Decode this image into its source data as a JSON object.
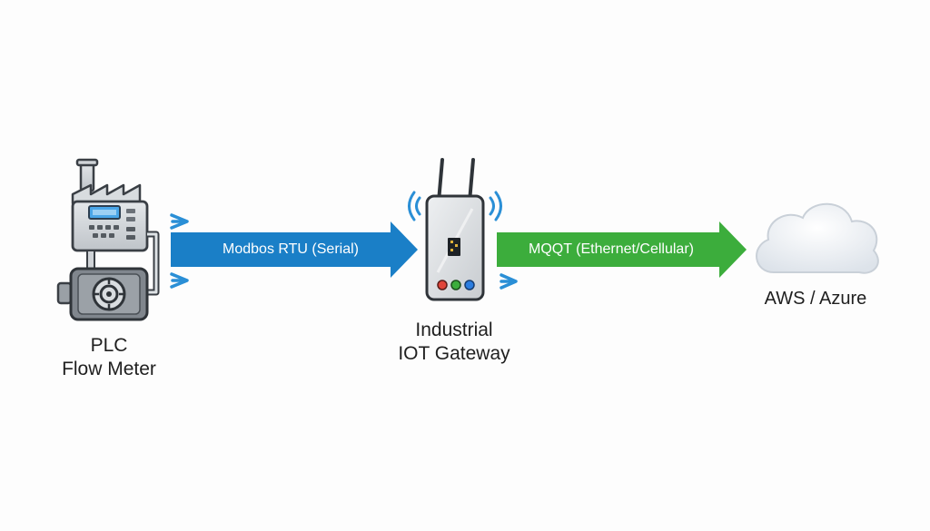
{
  "nodes": {
    "device": {
      "line1": "PLC",
      "line2": "Flow Meter"
    },
    "gateway": {
      "line1": "Industrial",
      "line2": "IOT Gateway"
    },
    "cloud": {
      "label": "AWS / Azure"
    }
  },
  "links": {
    "serial": {
      "label": "Modbos RTU (Serial)",
      "color": "#1a7fc7"
    },
    "network": {
      "label": "MQQT (Ethernet/Cellular)",
      "color": "#3cad3c"
    }
  },
  "colors": {
    "accent_blue": "#2a8fd6",
    "led_red": "#e0453a",
    "led_green": "#3cad3c",
    "led_blue": "#2b7de0",
    "display_blue": "#4aa6e8"
  }
}
